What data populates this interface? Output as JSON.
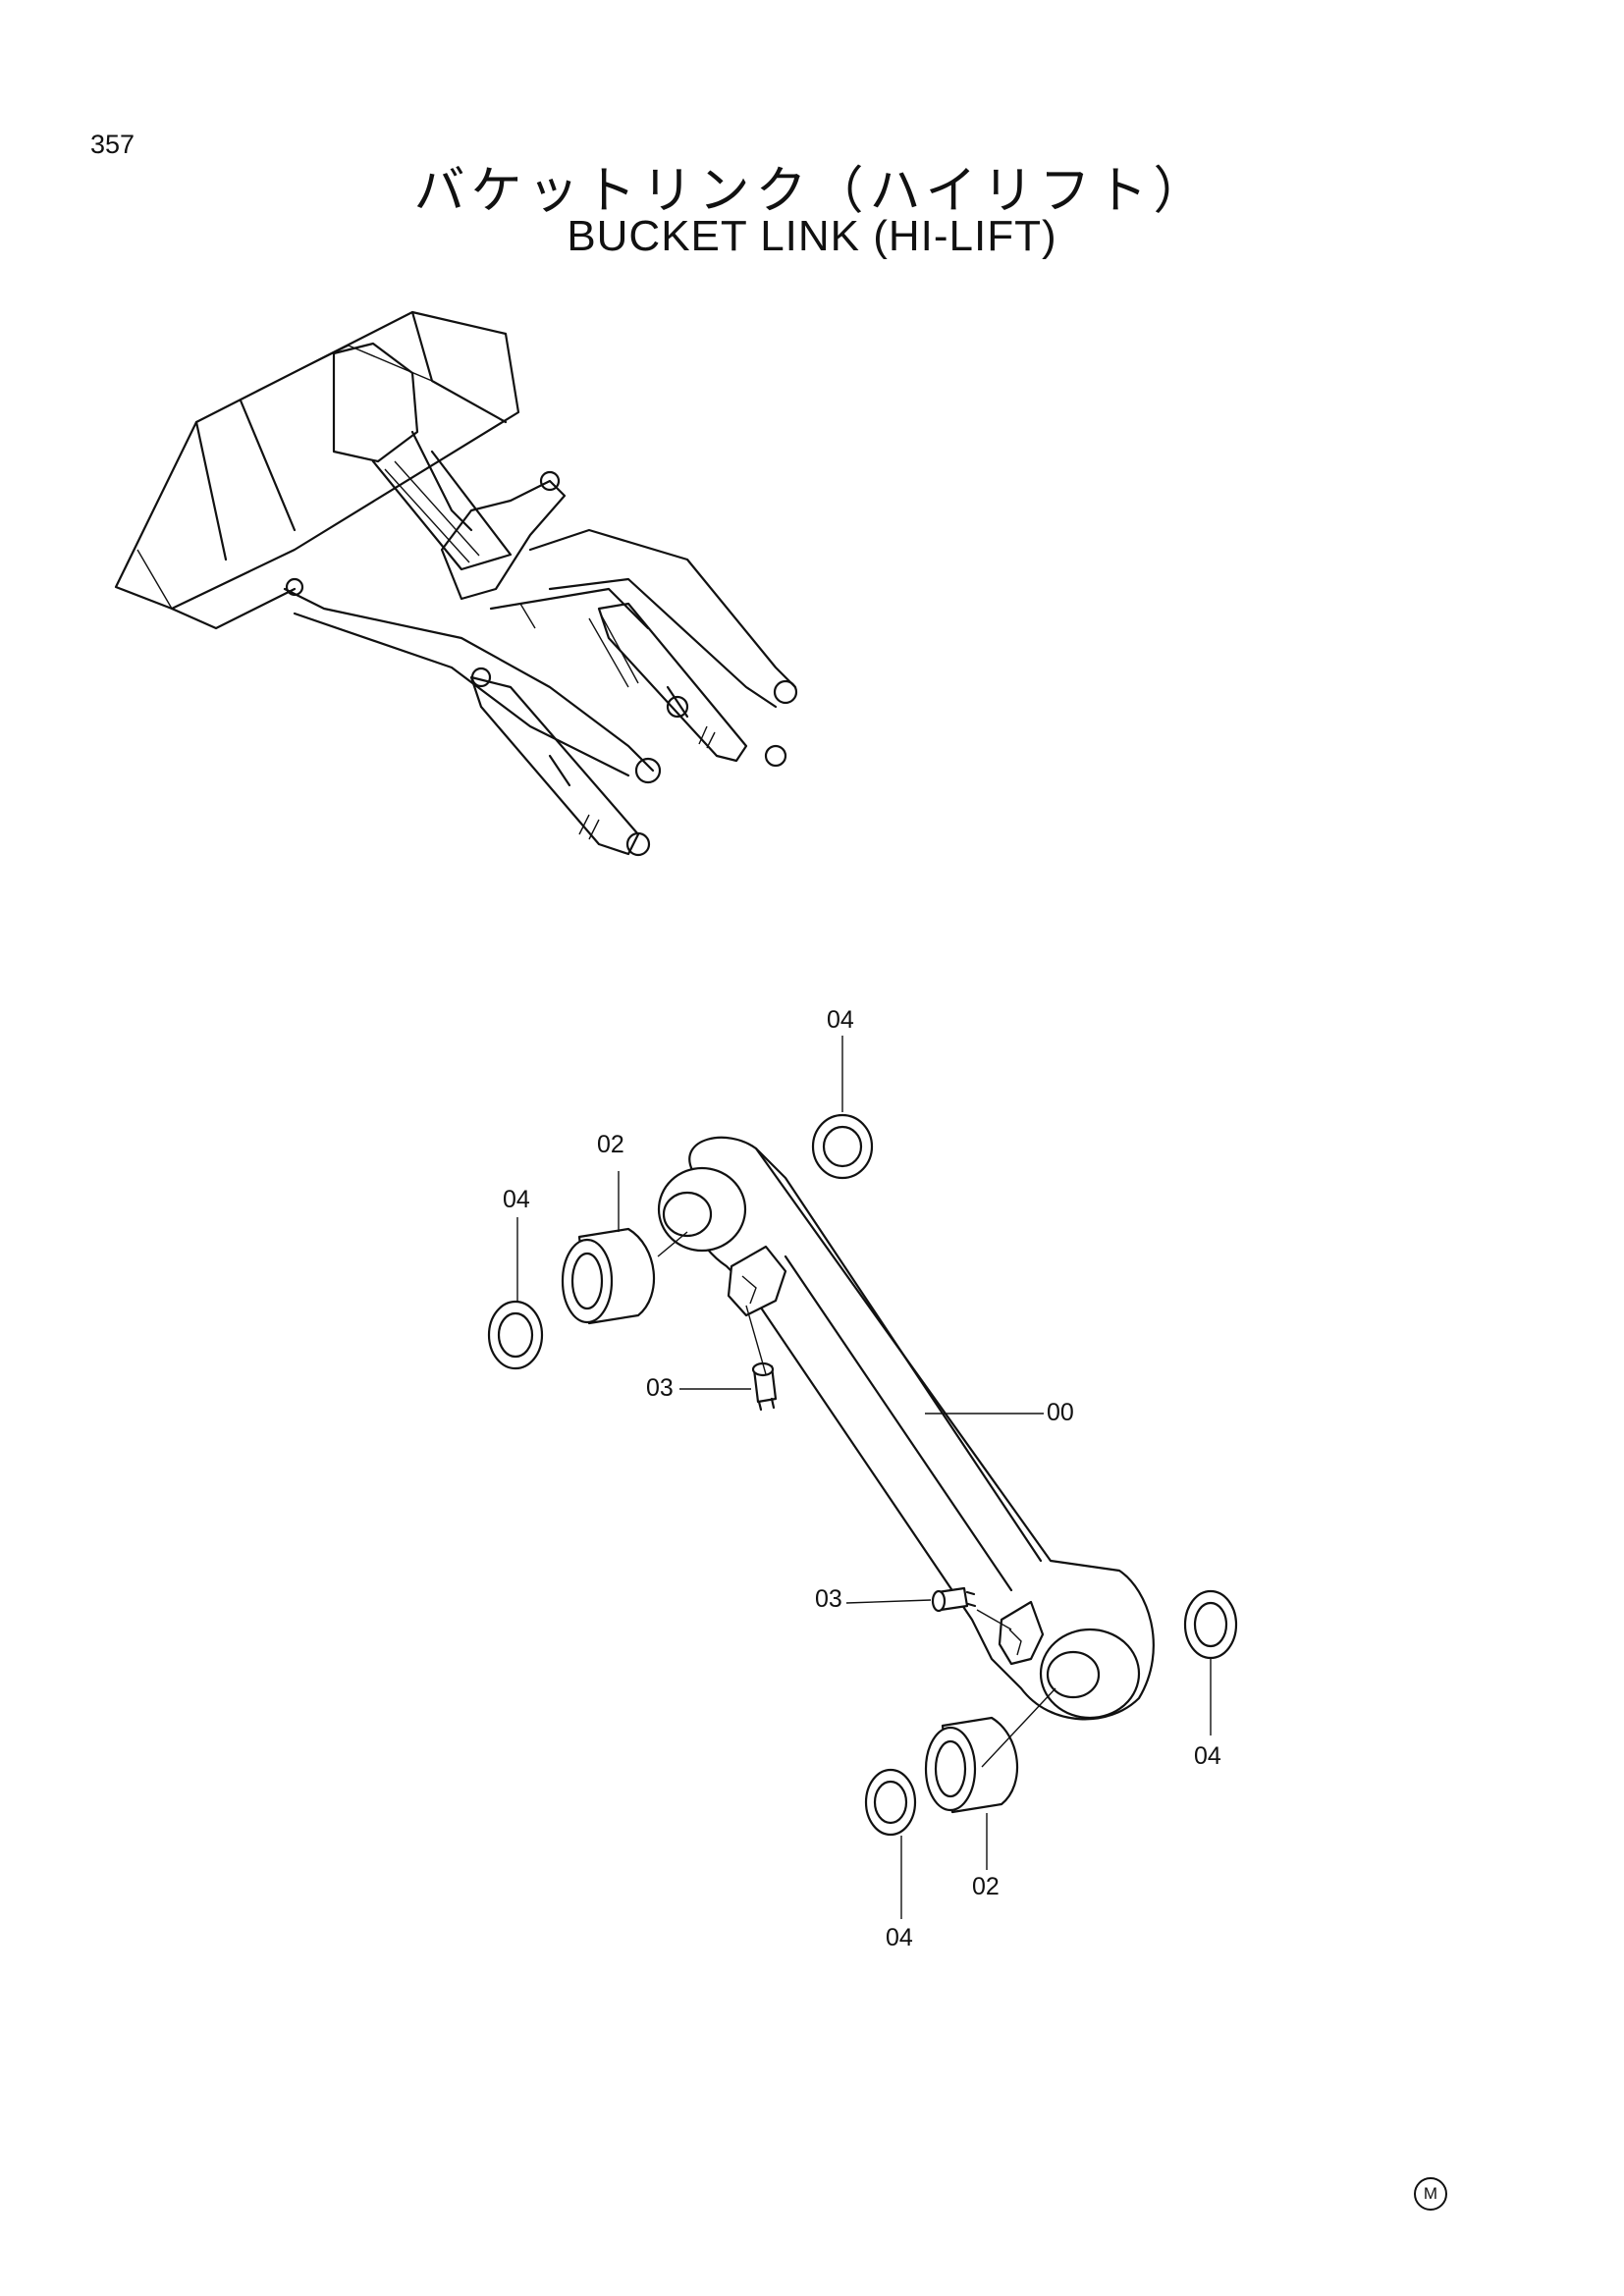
{
  "page_number": "357",
  "title_jp": "バケットリンク（ハイリフト）",
  "title_en": "BUCKET LINK (HI-LIFT)",
  "callouts": {
    "c04_top": "04",
    "c02_upper": "02",
    "c04_left": "04",
    "c03_upper": "03",
    "c00": "00",
    "c03_lower": "03",
    "c04_right": "04",
    "c02_lower": "02",
    "c04_bottom": "04"
  },
  "mark": "M"
}
